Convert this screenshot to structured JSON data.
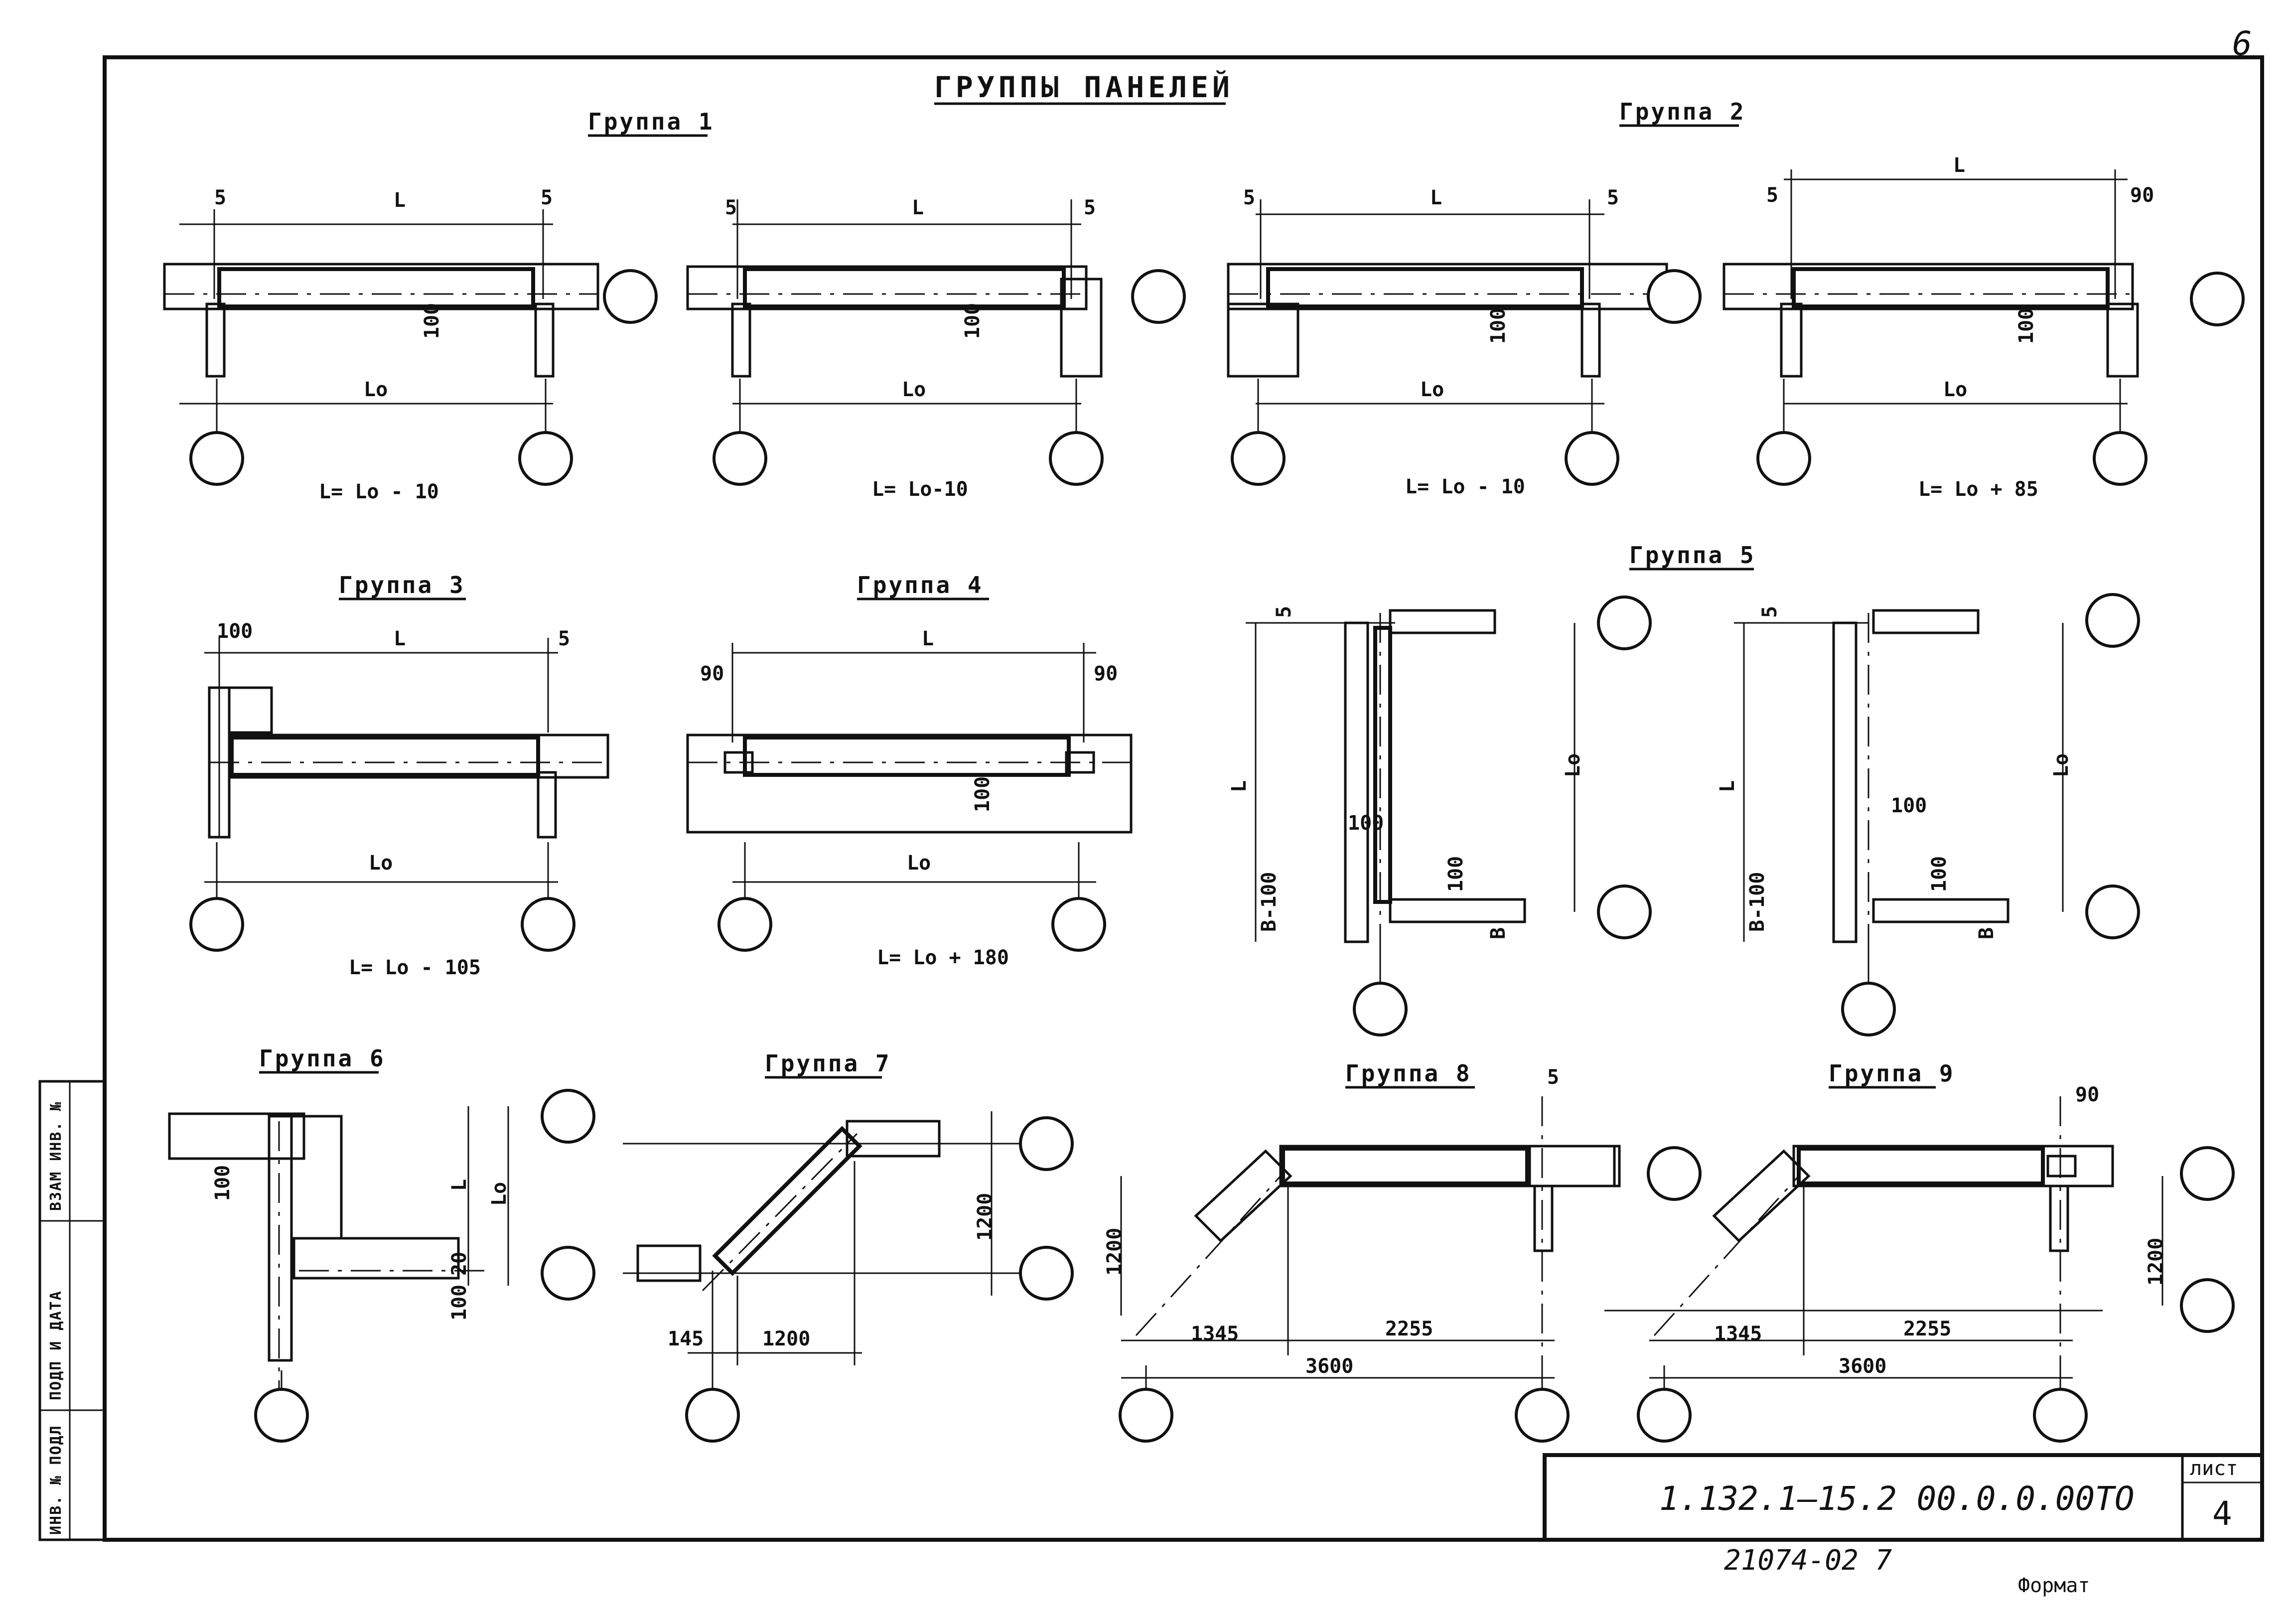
{
  "sheet_corner_number": "6",
  "title": "ГРУППЫ ПАНЕЛЕЙ",
  "groups": [
    {
      "label": "Группа 1",
      "formula_a": "L= Lo - 10",
      "formula_b": "L= Lo-10"
    },
    {
      "label": "Группа 2",
      "formula_a": "L= Lo - 10",
      "formula_b": "L= Lo + 85"
    },
    {
      "label": "Группа 3",
      "formula": "L= Lo - 105"
    },
    {
      "label": "Группа 4",
      "formula": "L= Lo + 180"
    },
    {
      "label": "Группа 5"
    },
    {
      "label": "Группа 6"
    },
    {
      "label": "Группа 7"
    },
    {
      "label": "Группа 8"
    },
    {
      "label": "Группа 9"
    }
  ],
  "dims": {
    "L": "L",
    "Lo": "Lo",
    "d5": "5",
    "d90": "90",
    "d100": "100",
    "d20": "20",
    "d145": "145",
    "d1200": "1200",
    "d1345": "1345",
    "d2255": "2255",
    "d3600": "3600",
    "b100": "B-100",
    "b": "B"
  },
  "side_stamp": [
    "ИНВ. № ПОДЛ",
    "ПОДП И ДАТА",
    "ВЗАМ ИНВ. №"
  ],
  "title_block": {
    "code": "1.132.1—15.2   00.0.0.00ТО",
    "sheet_label": "лист",
    "sheet_number": "4"
  },
  "footer": {
    "order": "21074-02   7",
    "format": "Формат"
  }
}
